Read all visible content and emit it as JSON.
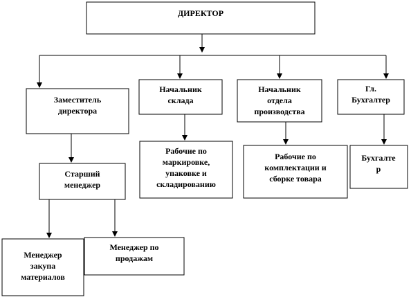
{
  "nodes": {
    "director": {
      "lines": [
        "ДИРЕКТОР"
      ]
    },
    "deputy": {
      "lines": [
        "Заместитель",
        "директора"
      ]
    },
    "warehouse_head": {
      "lines": [
        "Начальник",
        "склада"
      ]
    },
    "production_head": {
      "lines": [
        "Начальник",
        "отдела",
        "производства"
      ]
    },
    "chief_accountant": {
      "lines": [
        "Гл.",
        "Бухгалтер"
      ]
    },
    "senior_manager": {
      "lines": [
        "Старший",
        "менеджер"
      ]
    },
    "marking_workers": {
      "lines": [
        "Рабочие по",
        "маркировке,",
        "упаковке и",
        "складированию"
      ]
    },
    "assembly_workers": {
      "lines": [
        "Рабочие по",
        "комплектации и",
        "сборке товара"
      ]
    },
    "accountant": {
      "lines": [
        "Бухгалте",
        "р"
      ]
    },
    "purchasing_manager": {
      "lines": [
        "Менеджер",
        "закупа",
        "материалов"
      ]
    },
    "sales_manager": {
      "lines": [
        "Менеджер по",
        "продажам"
      ]
    }
  }
}
